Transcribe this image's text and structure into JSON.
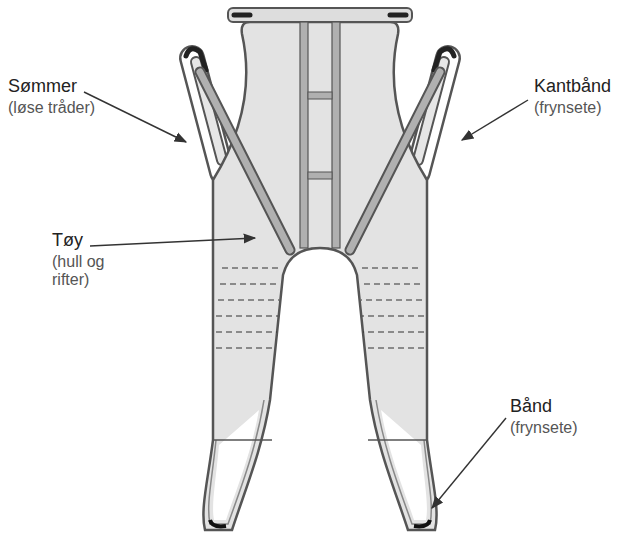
{
  "diagram": {
    "labels": [
      "Sømmer",
      "(løse tråder)",
      "Kantbånd",
      "(frynsete)",
      "Tøy",
      "(hull og rifter)",
      "Bånd",
      "(frynsete)"
    ]
  }
}
